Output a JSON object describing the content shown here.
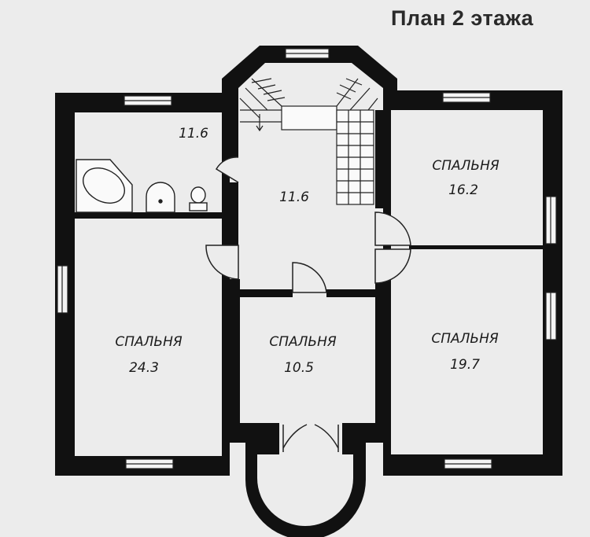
{
  "title": "План  2 этажа",
  "rooms": [
    {
      "key": "bath",
      "name": "",
      "area": "11.6"
    },
    {
      "key": "hall",
      "name": "",
      "area": "11.6"
    },
    {
      "key": "bed_ne",
      "name": "СПАЛЬНЯ",
      "area": "16.2"
    },
    {
      "key": "bed_w",
      "name": "СПАЛЬНЯ",
      "area": "24.3"
    },
    {
      "key": "bed_c",
      "name": "СПАЛЬНЯ",
      "area": "10.5"
    },
    {
      "key": "bed_se",
      "name": "СПАЛЬНЯ",
      "area": "19.7"
    }
  ],
  "colors": {
    "wall": "#111111",
    "paper": "#ececec",
    "line": "#222222"
  },
  "fixtures": [
    "bathtub-icon",
    "sink-icon",
    "toilet-icon",
    "staircase"
  ]
}
